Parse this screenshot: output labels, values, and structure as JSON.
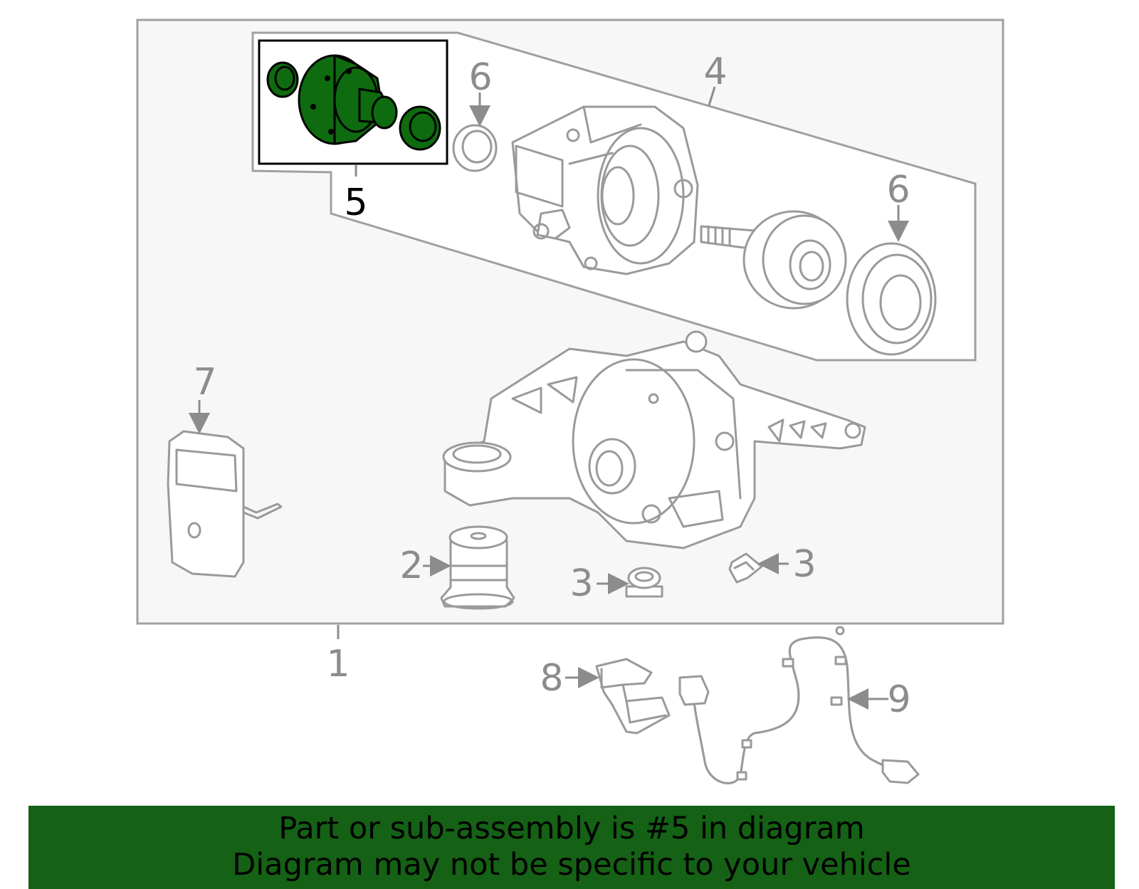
{
  "callouts": {
    "c1": "1",
    "c2": "2",
    "c3a": "3",
    "c3b": "3",
    "c4": "4",
    "c5": "5",
    "c6a": "6",
    "c6b": "6",
    "c7": "7",
    "c8": "8",
    "c9": "9"
  },
  "highlighted_part": "5",
  "banner": {
    "line1": "Part or sub-assembly is #5 in diagram",
    "line2": "Diagram may not be specific to your vehicle"
  },
  "colors": {
    "highlight_fill": "#0f6b0f",
    "banner_background": "#156115",
    "part_stroke": "#9a9a9a",
    "panel_background": "#f7f7f7"
  }
}
